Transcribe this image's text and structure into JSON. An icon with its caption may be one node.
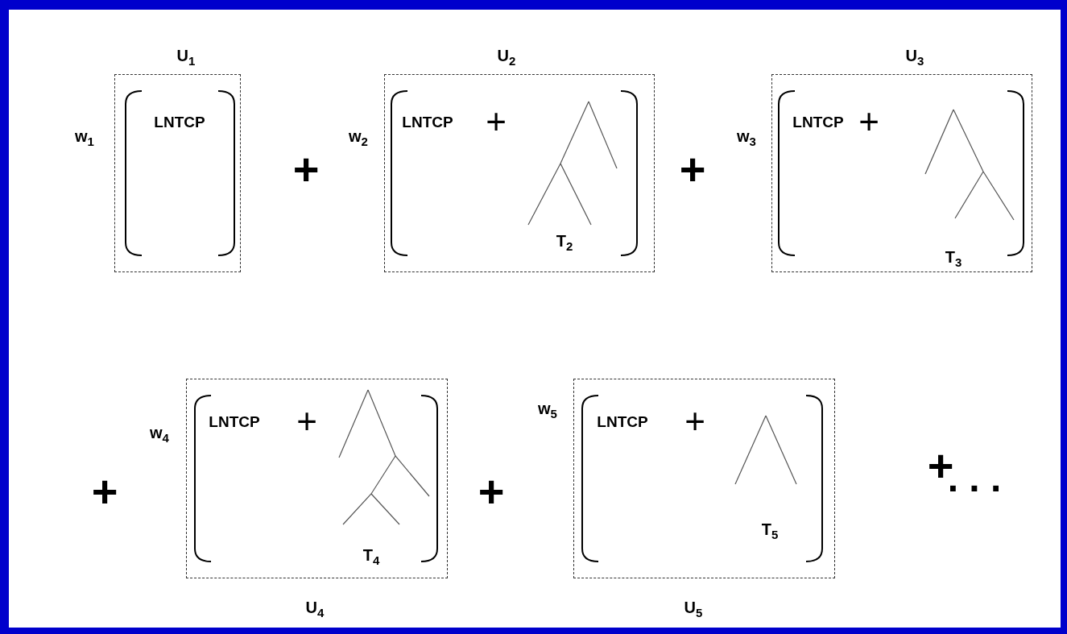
{
  "diagram": {
    "nodes": [
      {
        "text": [
          "U$_{1}$",
          "LNTCP"
        ],
        "beside": [
          "w$_{1}$"
        ]
      },
      {
        "text": [
          "U$_{2}$",
          "LNTCP",
          "+",
          "T$_{2}$"
        ],
        "beside": [
          "w$_{2}$"
        ]
      },
      {
        "text": [
          "U$_{3}$",
          "LNTCP",
          "+",
          "T$_{3}$"
        ],
        "beside": [
          "w$_{3}$"
        ]
      },
      {
        "text": [
          "U$_{4}$",
          "LNTCP",
          "+",
          "T$_{4}$"
        ],
        "beside": [
          "w$_{4}$"
        ]
      },
      {
        "text": [
          "U$_{5}$",
          "LNTCP",
          "+",
          "T$_{5}$"
        ],
        "beside": [
          "w$_{5}$"
        ]
      }
    ],
    "labels": [
      "+",
      "+",
      "+",
      "+",
      "+",
      ". . ."
    ]
  }
}
